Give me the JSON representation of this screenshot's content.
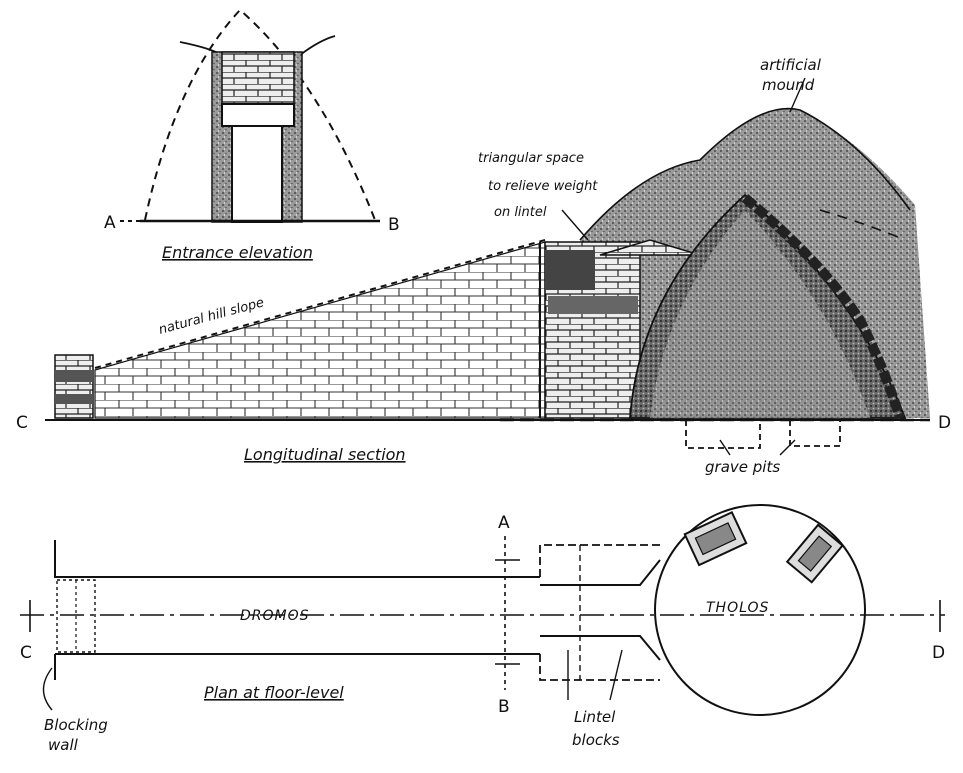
{
  "labels": {
    "artificial_mound_1": "artificial",
    "artificial_mound_2": "mound",
    "triangular_1": "triangular space",
    "triangular_2": "to relieve weight",
    "triangular_3": "on lintel",
    "natural_hill_slope": "natural hill slope",
    "entrance_elevation": "Entrance elevation",
    "longitudinal_section": "Longitudinal section",
    "grave_pits": "grave pits",
    "dromos": "DROMOS",
    "tholos": "THOLOS",
    "plan_at_floor_level": "Plan at floor-level",
    "blocking_wall_1": "Blocking",
    "blocking_wall_2": "wall",
    "lintel_blocks_1": "Lintel",
    "lintel_blocks_2": "blocks"
  },
  "markers": {
    "a_elev": "A",
    "b_elev": "B",
    "c_sect": "C",
    "d_sect": "D",
    "a_plan": "A",
    "b_plan": "B",
    "c_plan": "C",
    "d_plan": "D"
  }
}
